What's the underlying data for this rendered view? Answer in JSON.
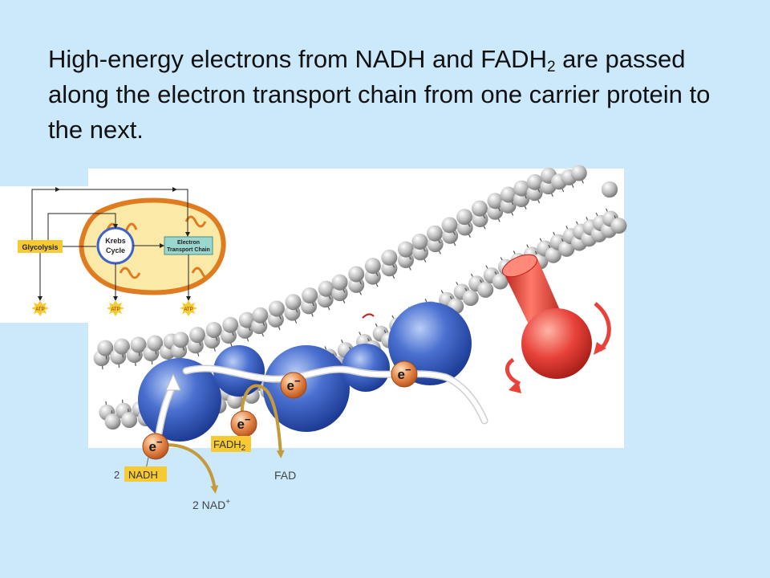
{
  "slide": {
    "title_part1": "High-energy electrons from NADH and FADH",
    "title_sub": "2",
    "title_part2": " are passed along the electron transport chain from one carrier protein to the next."
  },
  "inset": {
    "glycolysis": "Glycolysis",
    "krebs_line1": "Krebs",
    "krebs_line2": "Cycle",
    "etc_line1": "Electron",
    "etc_line2": "Transport Chain",
    "atp": "ATP"
  },
  "membrane": {
    "electron": "e",
    "electron_charge": "−",
    "fadh_main": "FADH",
    "fadh_sub": "2",
    "fad": "FAD",
    "nadh_count": "2",
    "nadh": "NADH",
    "nad": "2 NAD",
    "nad_charge": "+"
  },
  "colors": {
    "background": "#cce9fb",
    "carrier_blue": "#3f63c4",
    "atp_synthase_red": "#e8423a",
    "electron_orange": "#e07a3c",
    "label_yellow": "#f7c932",
    "arrow_gold": "#c49a3a",
    "mitochondrion_orange": "#e07b1f",
    "etc_box_teal": "#9bd6cf"
  }
}
